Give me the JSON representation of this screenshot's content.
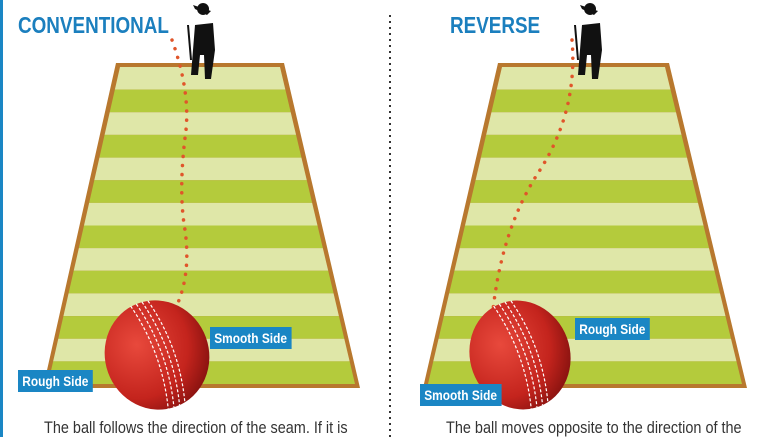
{
  "conventional": {
    "title": "CONVENTIONAL",
    "smooth_label": "Smooth Side",
    "rough_label": "Rough Side",
    "caption": "The ball follows the direction of the seam. If it is"
  },
  "reverse": {
    "title": "REVERSE",
    "rough_label": "Rough Side",
    "smooth_label": "Smooth Side",
    "caption": "The ball moves opposite to the direction of the"
  },
  "colors": {
    "accent": "#1a86c4",
    "pitch_light": "#dfe7a8",
    "pitch_dark": "#b4cb3c",
    "pitch_border": "#b8782e",
    "ball": "#c9261f",
    "path": "#e0552a"
  }
}
